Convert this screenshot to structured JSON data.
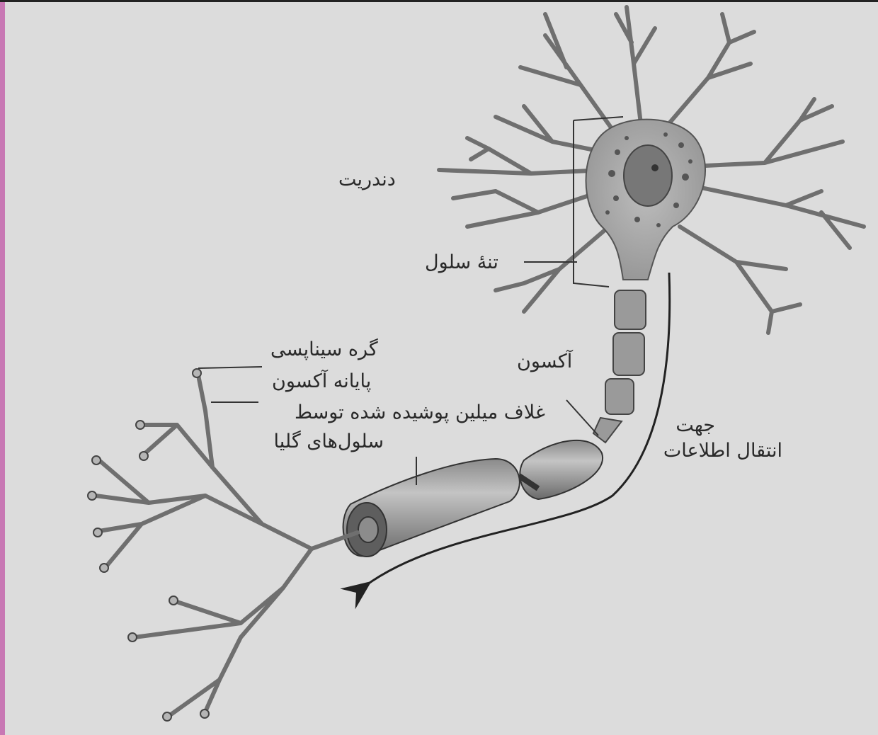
{
  "labels": {
    "dendrite": "دندریت",
    "cell_body": "تنهٔ سلول",
    "axon": "آکسون",
    "synaptic_knob": "گره سیناپسی",
    "axon_terminal": "پایانه آکسون",
    "myelin_line1": "غلاف میلین پوشیده شده توسط",
    "myelin_line2": "سلول‌های گلیا",
    "direction_line1": "جهت",
    "direction_line2": "انتقال اطلاعات"
  },
  "colors": {
    "background": "#dcdcdc",
    "ink": "#2a2a2a",
    "neuron_fill": "#a9a9a9",
    "accent_strip": "#c878b4"
  }
}
